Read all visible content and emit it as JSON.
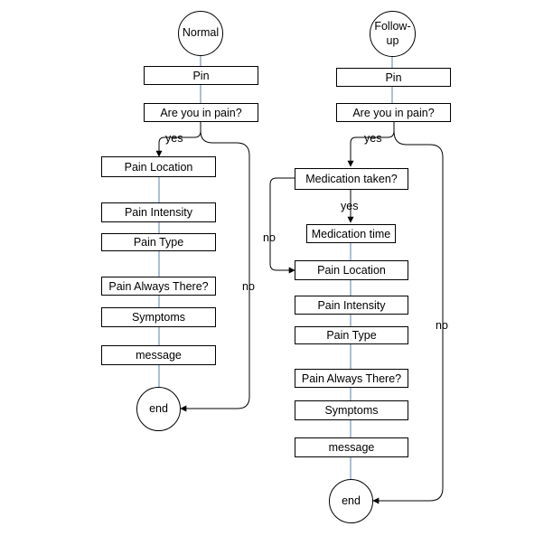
{
  "colors": {
    "stroke": "#000000",
    "connector": "#5b7fb5",
    "background": "#ffffff"
  },
  "left_flow": {
    "start": "Normal",
    "pin": "Pin",
    "question": "Are you in pain?",
    "yes_label": "yes",
    "no_label": "no",
    "steps": [
      "Pain Location",
      "Pain Intensity",
      "Pain Type",
      "Pain Always There?",
      "Symptoms",
      "message"
    ],
    "end": "end"
  },
  "right_flow": {
    "start": "Follow-\nup",
    "pin": "Pin",
    "question": "Are you in pain?",
    "yes_label": "yes",
    "medication_question": "Medication taken?",
    "medication_yes_label": "yes",
    "medication_no_label": "no",
    "medication_time": "Medication time",
    "no_label": "no",
    "steps": [
      "Pain Location",
      "Pain Intensity",
      "Pain Type",
      "Pain Always There?",
      "Symptoms",
      "message"
    ],
    "end": "end"
  }
}
